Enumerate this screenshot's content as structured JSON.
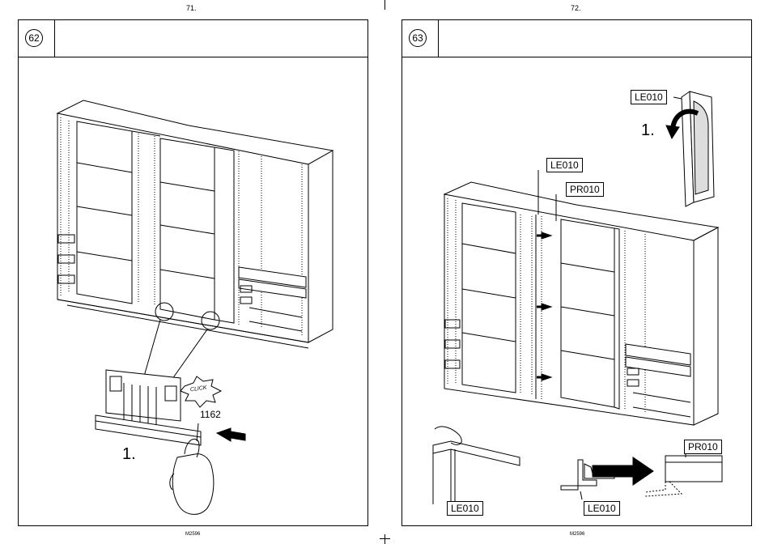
{
  "pages": {
    "left": {
      "page_number": "71.",
      "step_number": "62",
      "step_label": "1.",
      "part_code": "1162",
      "click_text": "CLICK",
      "footer_code": "M2596"
    },
    "right": {
      "page_number": "72.",
      "step_number": "63",
      "step_label": "1.",
      "labels": {
        "le010_top": "LE010",
        "le010_mid": "LE010",
        "pr010_mid": "PR010",
        "le010_bottom_left": "LE010",
        "le010_bottom_center": "LE010",
        "pr010_bottom_right": "PR010"
      },
      "footer_code": "M2596"
    }
  },
  "icons": {
    "wardrobe": "wardrobe-illustration-icon",
    "push_arrow": "arrow-left-icon",
    "curved_arrow": "curved-arrow-icon",
    "hand": "hand-icon"
  }
}
